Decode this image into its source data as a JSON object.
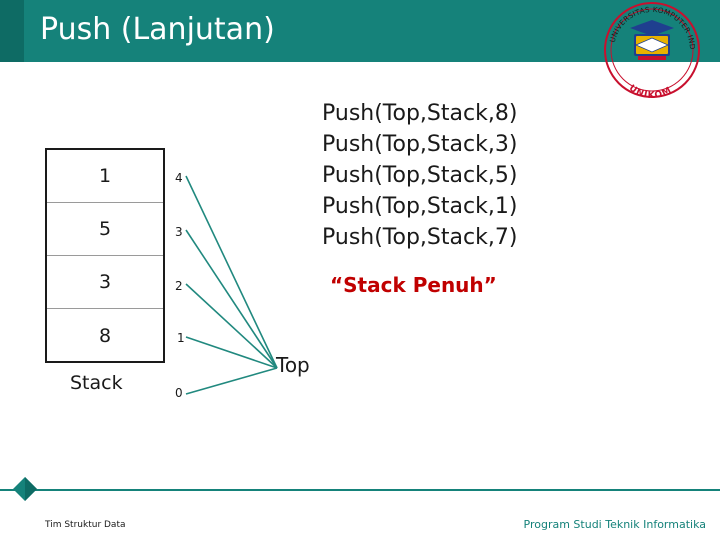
{
  "header": {
    "title": "Push (Lanjutan)",
    "bar_color": "#15827a"
  },
  "logo": {
    "name": "unikom-logo",
    "top_text": "UNIVERSITAS KOMPUTER INDONESIA",
    "bottom_text": "UNIKOM"
  },
  "stack": {
    "label": "Stack",
    "cells": [
      "1",
      "5",
      "3",
      "8"
    ],
    "indices": [
      "4",
      "3",
      "2",
      "1",
      "0"
    ]
  },
  "top_pointer": {
    "label": "Top"
  },
  "operations": {
    "lines": [
      "Push(Top,Stack,8)",
      "Push(Top,Stack,3)",
      "Push(Top,Stack,5)",
      "Push(Top,Stack,1)",
      "Push(Top,Stack,7)"
    ]
  },
  "warning": {
    "text": "“Stack Penuh”",
    "color": "#c00000"
  },
  "footer": {
    "left": "Tim Struktur Data",
    "right": "Program Studi Teknik Informatika"
  }
}
